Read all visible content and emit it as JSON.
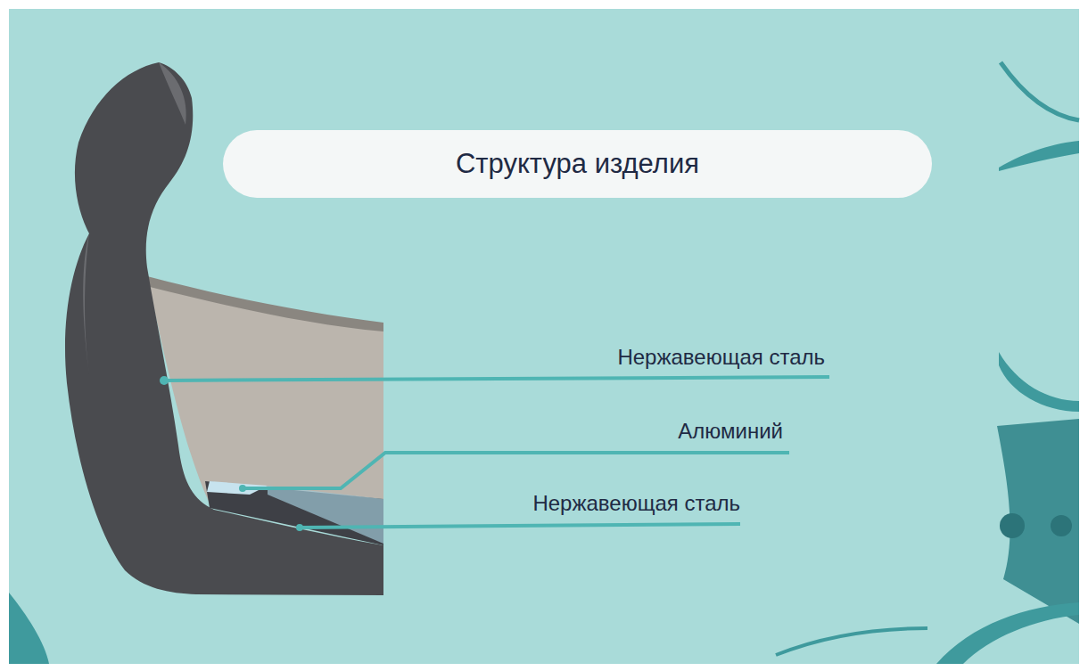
{
  "diagram": {
    "title": "Структура изделия",
    "labels": [
      "Нержавеющая сталь",
      "Алюминий",
      "Нержавеющая сталь"
    ]
  }
}
